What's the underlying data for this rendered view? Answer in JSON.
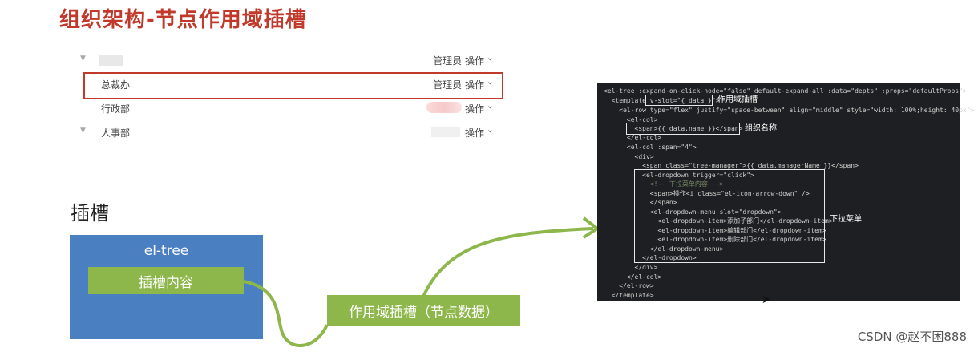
{
  "title": "组织架构-节点作用域插槽",
  "tree": {
    "rows": [
      {
        "label": "",
        "manager": "管理员 操作",
        "caret": "▼"
      },
      {
        "label": "总裁办",
        "manager": "管理员 操作",
        "caret": ""
      },
      {
        "label": "行政部",
        "manager": "操作",
        "caret": ""
      },
      {
        "label": "人事部",
        "manager": "操作",
        "caret": "▼"
      }
    ],
    "chevron": "chevron-down-icon"
  },
  "diagram": {
    "section_label": "插槽",
    "eltree_label": "el-tree",
    "slot_content_label": "插槽内容",
    "scoped_slot_label": "作用域插槽（节点数据）",
    "colors": {
      "blue": "#4a7fc1",
      "green": "#8db74a",
      "highlight": "#c0392b"
    }
  },
  "code": {
    "lines": [
      "<el-tree :expand-on-click-node=\"false\" default-expand-all :data=\"depts\" :props=\"defaultProps\">",
      "  <template v-slot=\"{ data }\">",
      "    <el-row type=\"flex\" justify=\"space-between\" align=\"middle\" style=\"width: 100%;height: 40px\">",
      "      <el-col>",
      "        <span>{{ data.name }}</span>",
      "      </el-col>",
      "      <el-col :span=\"4\">",
      "        <div>",
      "          <span class=\"tree-manager\">{{ data.managerName }}</span>",
      "          <el-dropdown trigger=\"click\">",
      "            <!-- 下拉菜单内容 -->",
      "            <span>操作<i class=\"el-icon-arrow-down\" />",
      "            </span>",
      "            <el-dropdown-menu slot=\"dropdown\">",
      "              <el-dropdown-item>添加子部门</el-dropdown-item>",
      "              <el-dropdown-item>编辑部门</el-dropdown-item>",
      "              <el-dropdown-item>删除部门</el-dropdown-item>",
      "            </el-dropdown-menu>",
      "          </el-dropdown>",
      "        </div>",
      "      </el-col>",
      "    </el-row>",
      "  </template>"
    ],
    "notes": {
      "scoped_slot": "作用域插槽",
      "org_name": "组织名称",
      "dropdown": "下拉菜单"
    }
  },
  "watermark": "CSDN @赵不困888"
}
